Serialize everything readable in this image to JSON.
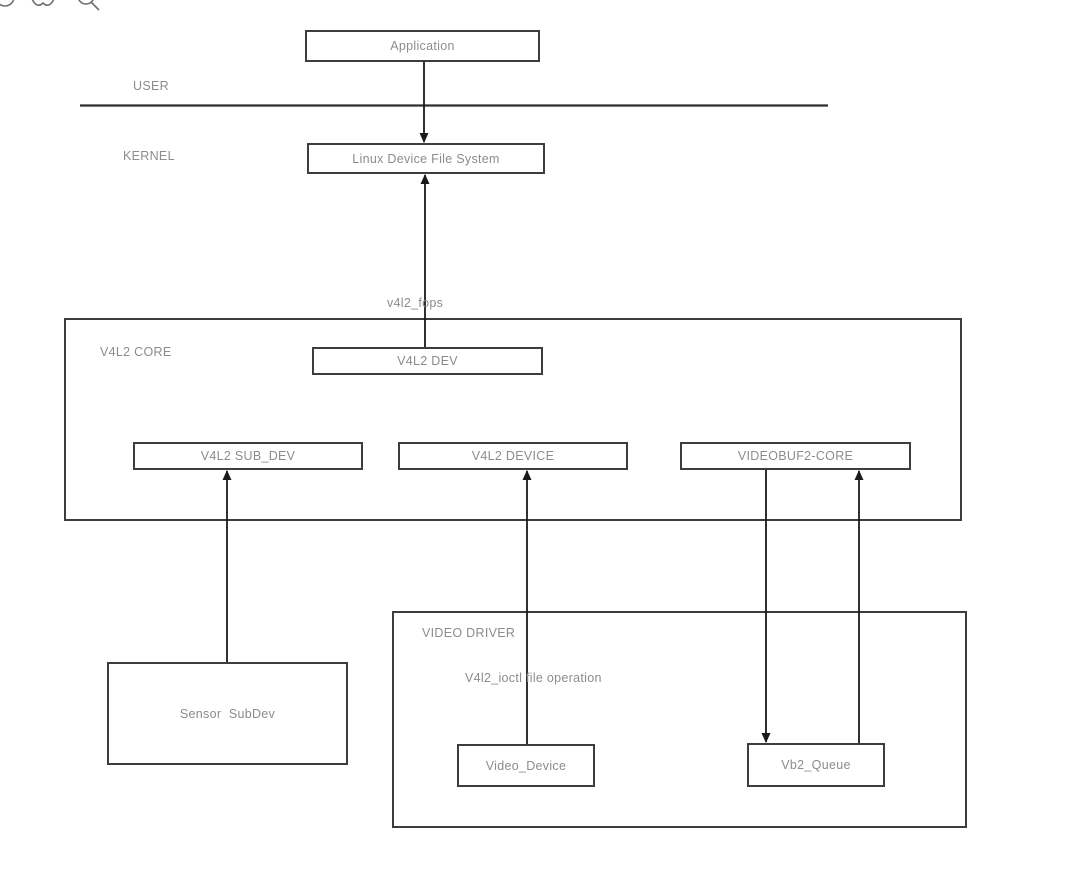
{
  "toolbar": {
    "icons": [
      "pan-tool-icon",
      "shape-tool-icon",
      "zoom-tool-icon"
    ]
  },
  "layers": {
    "user": "USER",
    "kernel": "KERNEL"
  },
  "nodes": {
    "application": "Application",
    "linux_device_file_system": "Linux Device File System",
    "v4l2_dev": "V4L2 DEV",
    "v4l2_sub_dev": "V4L2 SUB_DEV",
    "v4l2_device": "V4L2 DEVICE",
    "videobuf2_core": "VIDEOBUF2-CORE",
    "sensor_subdev": "Sensor  SubDev",
    "video_device": "Video_Device",
    "vb2_queue": "Vb2_Queue"
  },
  "labels": {
    "v4l2_core": "V4L2 CORE",
    "video_driver": "VIDEO DRIVER",
    "v4l2_fops": "v4l2_fops",
    "v4l2_ioctl": "V4l2_ioctl file operation"
  },
  "colors": {
    "box_border": "#3d3d3d",
    "label_text": "#8c8c8c",
    "connector": "#1a1a1a",
    "background": "#ffffff"
  }
}
